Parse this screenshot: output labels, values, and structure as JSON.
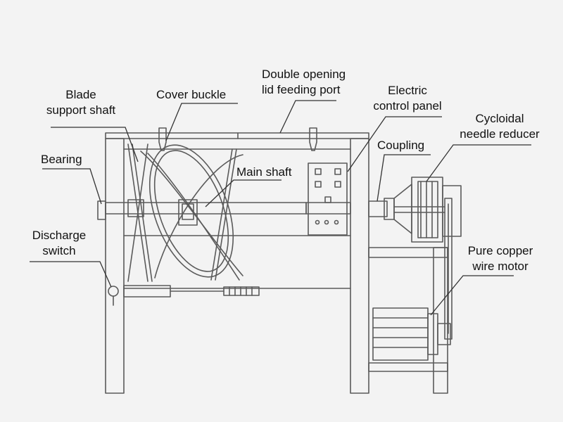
{
  "colors": {
    "background": "#f3f3f3",
    "line": "#5a5a5a",
    "leader": "#333333",
    "text": "#111111"
  },
  "labels": {
    "blade_support_shaft": [
      "Blade",
      "support shaft"
    ],
    "cover_buckle": [
      "Cover buckle"
    ],
    "double_opening_lid": [
      "Double opening",
      "lid feeding port"
    ],
    "electric_control_panel": [
      "Electric",
      "control panel"
    ],
    "cycloidal_needle_reducer": [
      "Cycloidal",
      "needle reducer"
    ],
    "bearing": [
      "Bearing"
    ],
    "main_shaft": [
      "Main shaft"
    ],
    "coupling": [
      "Coupling"
    ],
    "discharge_switch": [
      "Discharge",
      "switch"
    ],
    "pure_copper_wire_motor": [
      "Pure copper",
      "wire motor"
    ]
  }
}
